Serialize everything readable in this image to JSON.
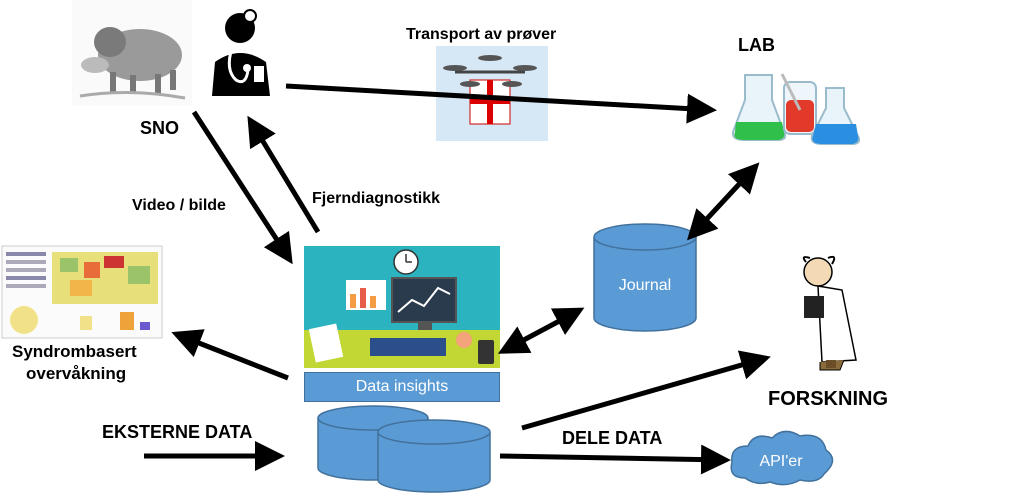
{
  "labels": {
    "transport": "Transport av prøver",
    "lab": "LAB",
    "sno": "SNO",
    "video": "Video / bilde",
    "fjerndiagnostikk": "Fjerndiagnostikk",
    "syndrom": "Syndrombasert",
    "overvakning": "overvåkning",
    "eksterne": "EKSTERNE DATA",
    "dele": "DELE DATA",
    "forskning": "FORSKNING"
  },
  "shapes": {
    "journal": "Journal",
    "data_insights": "Data insights",
    "api": "API'er"
  },
  "icons": {
    "muskox": "muskox-illustration",
    "doctor": "doctor-icon",
    "drone": "drone-delivery-image",
    "lab": "lab-flasks-image",
    "researcher": "scientist-cartoon",
    "dashboard": "data-insights-illustration",
    "map": "surveillance-map-screenshot"
  },
  "colors": {
    "shape_fill": "#5b9bd5",
    "shape_stroke": "#41719c",
    "arrow": "#000000"
  }
}
